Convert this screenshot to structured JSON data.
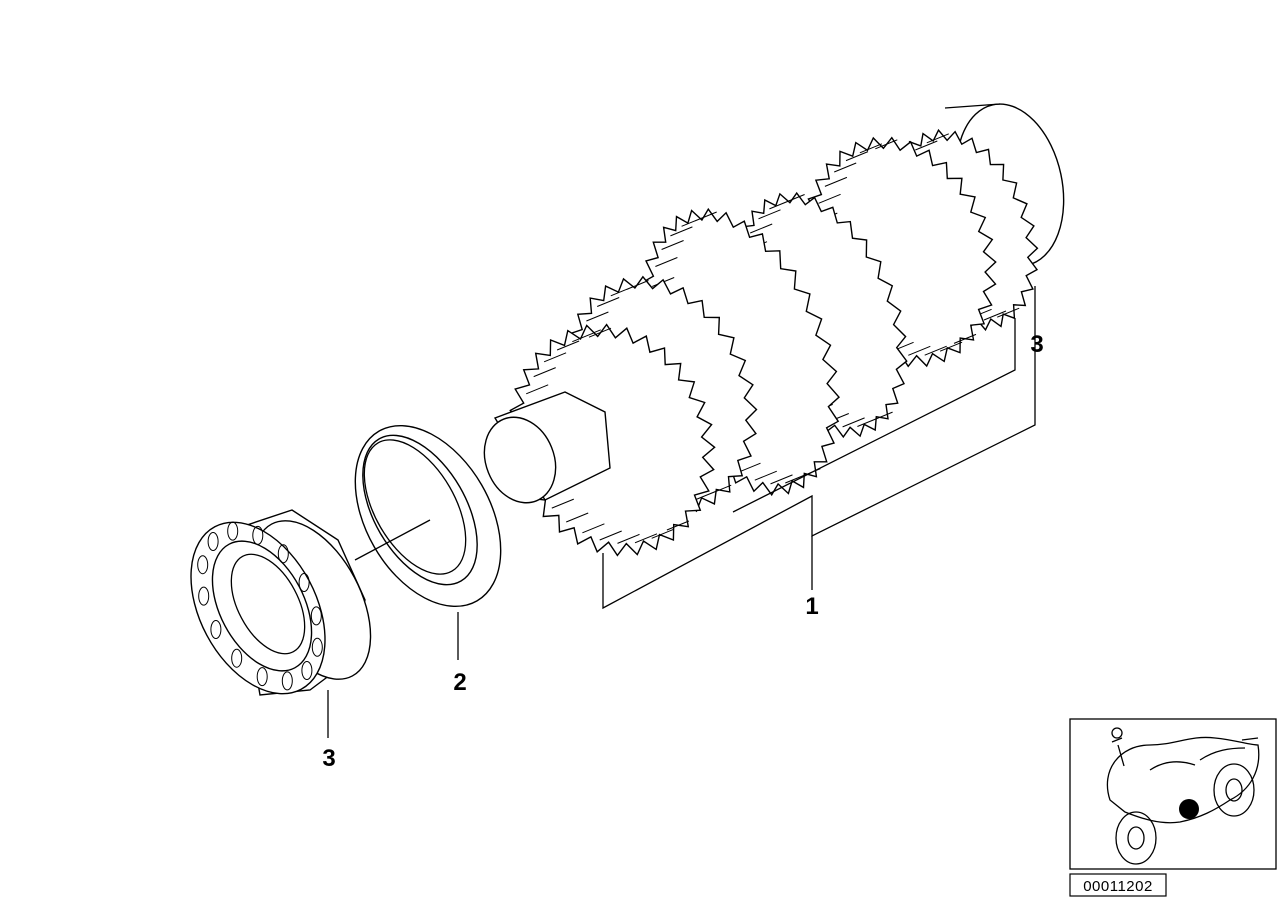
{
  "callouts": {
    "p1": "1",
    "p2": "2",
    "p3_bearing": "3",
    "p3_shaft_end": "3"
  },
  "reference_code": "00011202",
  "locator": {
    "highlight_color": "#000000"
  }
}
